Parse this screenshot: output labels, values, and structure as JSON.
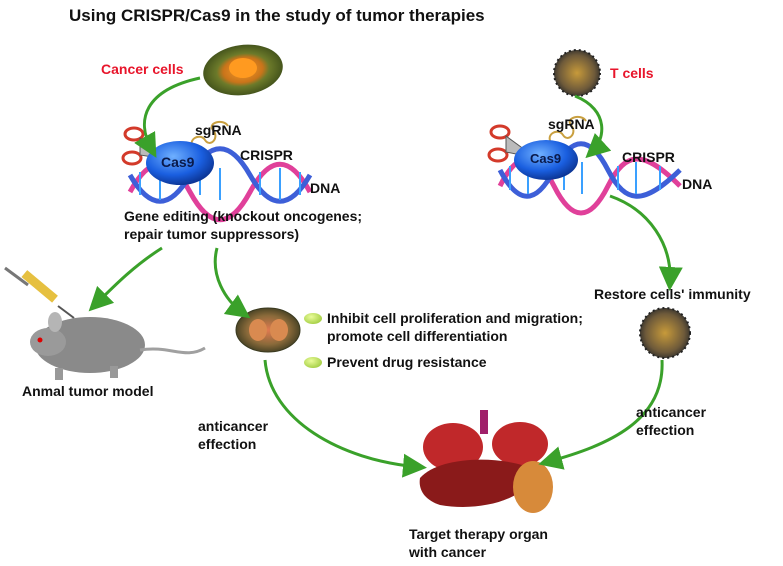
{
  "title": "Using CRISPR/Cas9 in the study of tumor therapies",
  "left_branch": {
    "cell_label": "Cancer cells",
    "sgrna": "sgRNA",
    "cas9": "Cas9",
    "crispr": "CRISPR",
    "dna": "DNA",
    "editing_text": [
      "Gene editing (knockout oncogenes;",
      "repair tumor suppressors)"
    ]
  },
  "right_branch": {
    "cell_label": "T cells",
    "sgrna": "sgRNA",
    "cas9": "Cas9",
    "crispr": "CRISPR",
    "dna": "DNA",
    "restore_text": "Restore cells' immunity",
    "effect_text": [
      "anticancer",
      "effection"
    ]
  },
  "animal": {
    "label": "Anmal tumor model"
  },
  "middle": {
    "bullets": [
      [
        "Inhibit cell proliferation and migration;",
        "promote cell differentiation"
      ],
      [
        "Prevent drug resistance"
      ]
    ],
    "effect_text": [
      "anticancer",
      "effection"
    ]
  },
  "target": {
    "label": [
      "Target therapy organ",
      "with cancer"
    ]
  },
  "colors": {
    "arrow": "#3aa12a",
    "accent_red": "#e8152b",
    "cas9": "#1a5fe0",
    "dna_pink": "#e0409a",
    "dna_blue": "#3d5fd8"
  }
}
